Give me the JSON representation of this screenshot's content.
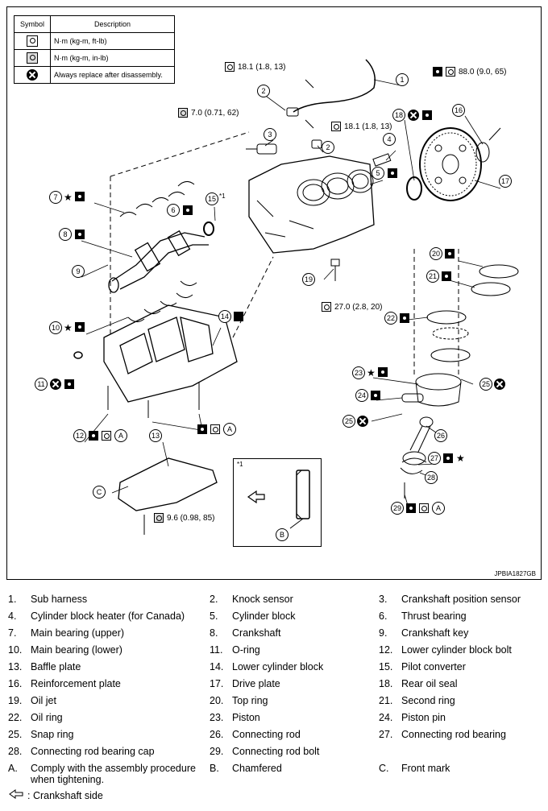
{
  "symbol_table": {
    "headers": {
      "symbol": "Symbol",
      "description": "Description"
    },
    "rows": [
      {
        "icon": "torque-ft-lb-icon",
        "text": "N·m (kg-m, ft-lb)"
      },
      {
        "icon": "torque-in-lb-icon",
        "text": "N·m (kg-m, in-lb)"
      },
      {
        "icon": "always-replace-icon",
        "text": "Always replace after disassembly."
      }
    ]
  },
  "diagram": {
    "torque_specs": {
      "harness_bolt": "18.1 (1.8, 13)",
      "knock_sensor": "7.0 (0.71, 62)",
      "sensor_bolt": "18.1 (1.8, 13)",
      "drive_plate": "88.0 (9.0, 65)",
      "oil_jet": "27.0 (2.8, 20)",
      "baffle": "9.6 (0.98, 85)"
    },
    "markers": {
      "star": "★",
      "a": "A",
      "b": "B",
      "c": "C",
      "pilot_note": "*1",
      "inset_note": "*1"
    },
    "numbers": [
      "1",
      "2",
      "2",
      "3",
      "4",
      "5",
      "6",
      "7",
      "8",
      "9",
      "10",
      "11",
      "12",
      "13",
      "14",
      "15",
      "16",
      "17",
      "18",
      "19",
      "20",
      "21",
      "22",
      "23",
      "24",
      "25",
      "25",
      "26",
      "27",
      "28",
      "29"
    ],
    "figure_id": "JPBIA1827GB"
  },
  "legend": {
    "items": [
      {
        "num": "1.",
        "label": "Sub harness"
      },
      {
        "num": "2.",
        "label": "Knock sensor"
      },
      {
        "num": "3.",
        "label": "Crankshaft position sensor"
      },
      {
        "num": "4.",
        "label": "Cylinder block heater (for Canada)"
      },
      {
        "num": "5.",
        "label": "Cylinder block"
      },
      {
        "num": "6.",
        "label": "Thrust bearing"
      },
      {
        "num": "7.",
        "label": "Main bearing (upper)"
      },
      {
        "num": "8.",
        "label": "Crankshaft"
      },
      {
        "num": "9.",
        "label": "Crankshaft key"
      },
      {
        "num": "10.",
        "label": "Main bearing (lower)"
      },
      {
        "num": "11.",
        "label": "O-ring"
      },
      {
        "num": "12.",
        "label": "Lower cylinder block bolt"
      },
      {
        "num": "13.",
        "label": "Baffle plate"
      },
      {
        "num": "14.",
        "label": "Lower cylinder block"
      },
      {
        "num": "15.",
        "label": "Pilot converter"
      },
      {
        "num": "16.",
        "label": "Reinforcement plate"
      },
      {
        "num": "17.",
        "label": "Drive plate"
      },
      {
        "num": "18.",
        "label": "Rear oil seal"
      },
      {
        "num": "19.",
        "label": "Oil jet"
      },
      {
        "num": "20.",
        "label": "Top ring"
      },
      {
        "num": "21.",
        "label": "Second ring"
      },
      {
        "num": "22.",
        "label": "Oil ring"
      },
      {
        "num": "23.",
        "label": "Piston"
      },
      {
        "num": "24.",
        "label": "Piston pin"
      },
      {
        "num": "25.",
        "label": "Snap ring"
      },
      {
        "num": "26.",
        "label": "Connecting rod"
      },
      {
        "num": "27.",
        "label": "Connecting rod bearing"
      },
      {
        "num": "28.",
        "label": "Connecting rod bearing cap"
      },
      {
        "num": "29.",
        "label": "Connecting rod bolt"
      }
    ],
    "letters": [
      {
        "letter": "A.",
        "label": "Comply with the assembly procedure",
        "label2": "when tightening."
      },
      {
        "letter": "B.",
        "label": "Chamfered"
      },
      {
        "letter": "C.",
        "label": "Front mark"
      }
    ],
    "arrow_note": ": Crankshaft side"
  }
}
